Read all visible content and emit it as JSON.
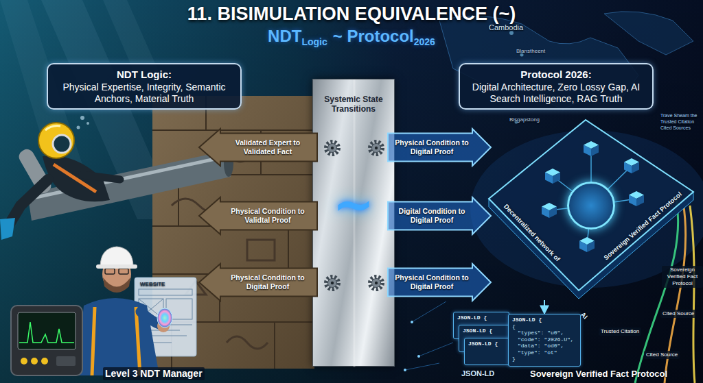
{
  "diagram": {
    "title": "11. BISIMULATION EQUIVALENCE (~)",
    "nodes": [
      {
        "text": [
          "NDT Logic:",
          "Physical Expertise, Integrity, Semantic Anchors, Material Truth"
        ]
      },
      {
        "text": [
          "Systemic State Transitions",
          "~"
        ]
      },
      {
        "text": [
          "Protocol 2026:",
          "Digital Architecture, Zero Lossy Gap, AI Search Intelligence, RAG Truth"
        ]
      },
      {
        "text": [
          "Validated Expert to Validated Fact"
        ]
      },
      {
        "text": [
          "Physical Condition to Digital Proof"
        ]
      },
      {
        "text": [
          "Physical Condition to Validtal Proof"
        ]
      },
      {
        "text": [
          "Digital Condition to Digital Proof"
        ]
      },
      {
        "text": [
          "Physical Condition to Digital Proof"
        ]
      },
      {
        "text": [
          "Physical Condition to Digital Proof"
        ]
      },
      {
        "text": [
          "Decentralized network of",
          "Sovereign Verified Fact Protocol"
        ]
      },
      {
        "text": [
          "AI"
        ],
        "in": 9
      },
      {
        "text": [
          "JSON-LD {"
        ]
      },
      {
        "text": [
          "JSON-LD {"
        ]
      },
      {
        "text": [
          "JSON-LD {"
        ]
      },
      {
        "text": [
          "JSON-LD {",
          "{",
          "\"types\": \"u0\",",
          "\"code\": \"2026-U\",",
          "\"data\": \"od0\",",
          "\"type\": \"ot\"",
          "}"
        ]
      }
    ],
    "edges": [
      {
        "from": 9,
        "to": 14,
        "arrow": "to"
      }
    ],
    "labels": [
      "NDT",
      "Logic",
      "~ Protocol",
      "2026",
      "Cambodia",
      "Blanstheent",
      "Bisgapstong",
      "Trave Sheam the",
      "Trusted Citation",
      "Cited Sources",
      "WEBSITE",
      "Level 3 NDT Manager",
      "JSON-LD",
      "Sovereign Verified Fact Protocol",
      "Sovereign Verified Fact Protocol",
      "Trusted Citation",
      "Cited Source",
      "Cited Source"
    ]
  }
}
